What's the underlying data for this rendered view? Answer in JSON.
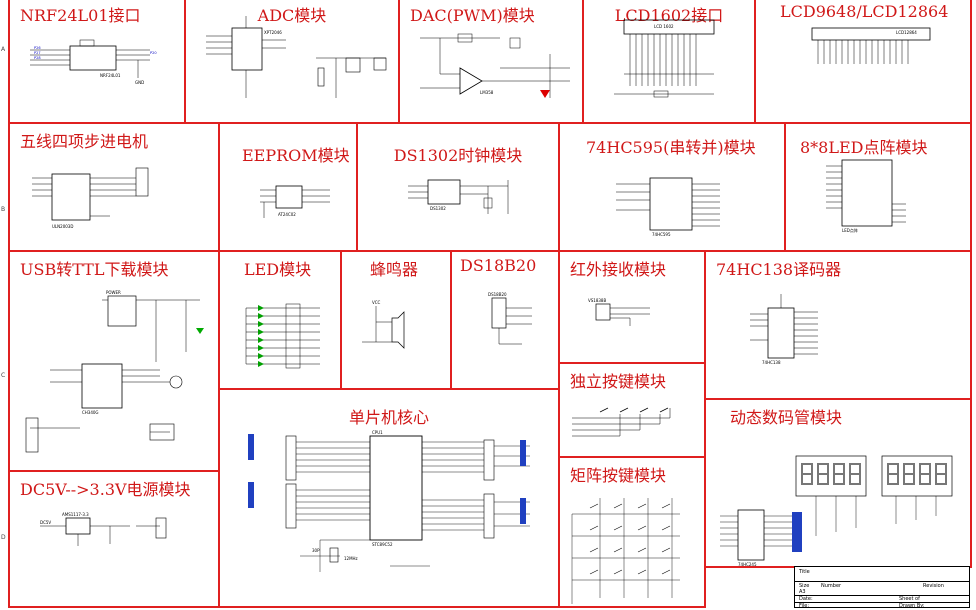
{
  "modules": {
    "nrf": "NRF24L01接口",
    "adc": "ADC模块",
    "dac": "DAC(PWM)模块",
    "lcd1602": "LCD1602接口",
    "lcd9648": "LCD9648/LCD12864",
    "stepper": "五线四项步进电机",
    "eeprom": "EEPROM模块",
    "ds1302": "DS1302时钟模块",
    "hc595": "74HC595(串转并)模块",
    "ledmatrix": "8*8LED点阵模块",
    "usbttl": "USB转TTL下载模块",
    "led": "LED模块",
    "buzzer": "蜂鸣器",
    "ds18b20": "DS18B20",
    "ir": "红外接收模块",
    "hc138": "74HC138译码器",
    "mcu": "单片机核心",
    "keys": "独立按键模块",
    "dc": "DC5V-->3.3V电源模块",
    "matrixkeys": "矩阵按键模块",
    "segment": "动态数码管模块"
  },
  "row_markers": [
    "A",
    "B",
    "C",
    "D"
  ],
  "parts": {
    "nrf_chip": "NRF24L01",
    "adc_chip": "XPT2046",
    "dac_chip": "LM358",
    "lcd1602_label": "LCD 1602",
    "lcd12864_label": "LCD12864",
    "stepper_chip": "ULN2003D",
    "eeprom_chip": "AT24C02",
    "ds1302_chip": "DS1302",
    "hc595_chip": "74HC595",
    "usb_chip": "CH340G",
    "matrix_label": "LED点阵",
    "hc138_chip": "74HC138",
    "mcu_chip": "STC89C52",
    "dc_chip": "AMS1117-3.3",
    "seg_chip": "74HC245",
    "vcc": "VCC",
    "gnd": "GND",
    "power_switch": "POWER",
    "dc_in": "DC5V",
    "mcu_cpu": "CPU1",
    "crystal": "12MHz",
    "cap": "30P",
    "ds18b20_chip": "DS18B20",
    "ir_chip": "VS1838B"
  },
  "title_block": {
    "title": "Title",
    "size": "Size",
    "size_val": "A3",
    "number": "Number",
    "revision": "Revision",
    "date": "Date:",
    "file": "File:",
    "sheet": "Sheet of",
    "drawn_by": "Drawn By:"
  }
}
